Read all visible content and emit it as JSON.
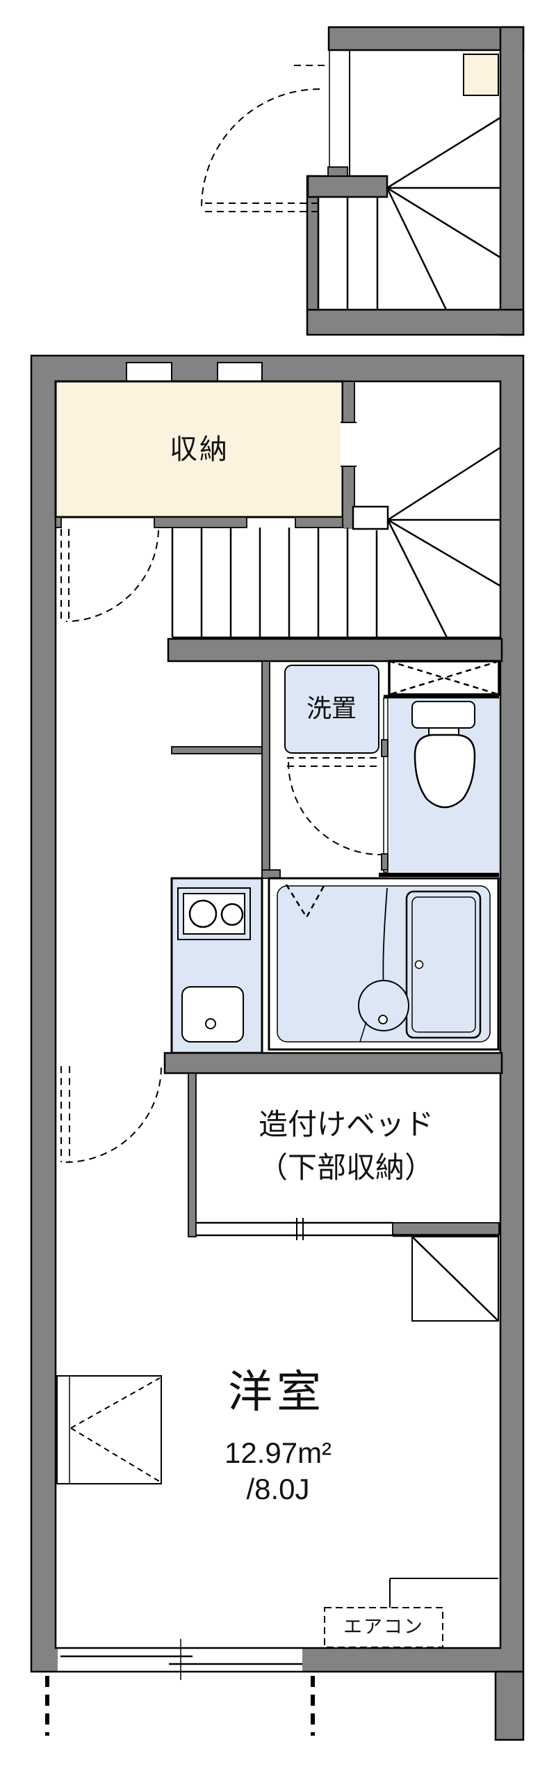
{
  "plan": {
    "labels": {
      "closet": "収納",
      "laundry": "洗置",
      "bed_line1": "造付けベッド",
      "bed_line2": "（下部収納）",
      "room": "洋室",
      "area_m2": "12.97m²",
      "area_jo": "/8.0J",
      "aircon": "エアコン"
    },
    "colors": {
      "wall": "#838383",
      "cream": "#FCF2DE",
      "blue": "#DCE6F4",
      "line": "#000000",
      "bg": "#FFFFFF"
    }
  }
}
